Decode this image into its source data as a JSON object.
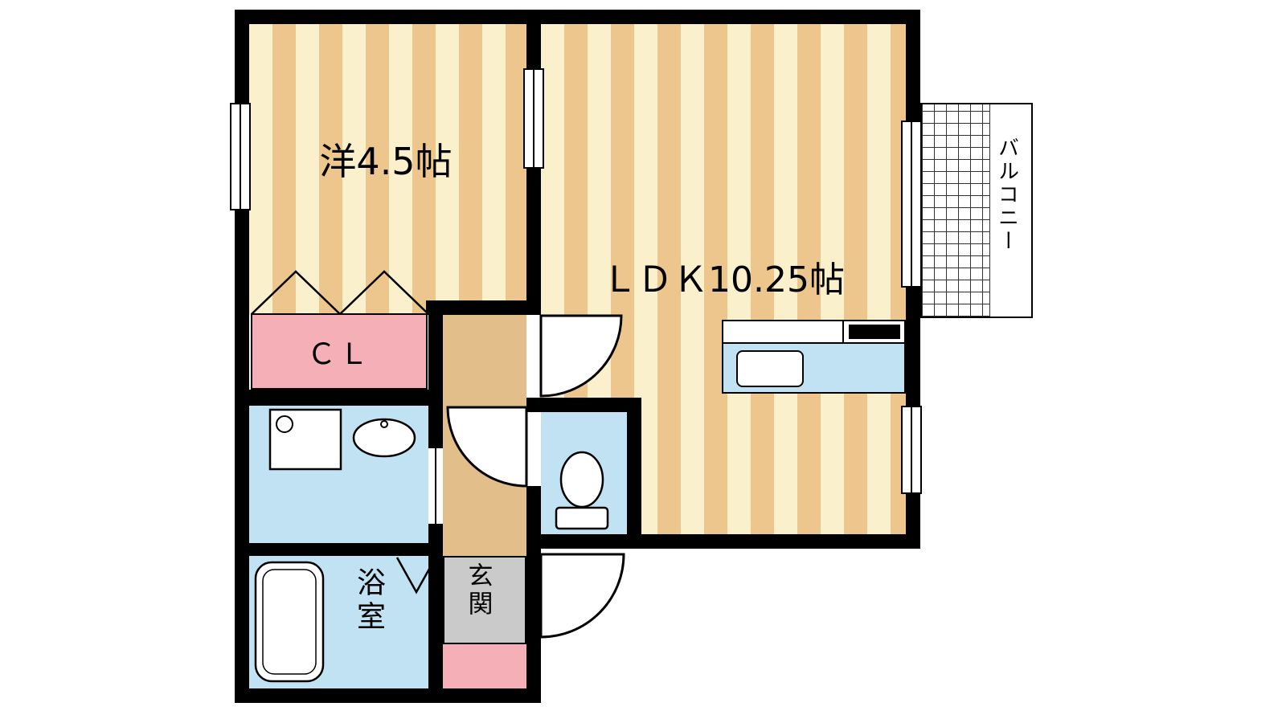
{
  "plan": {
    "western_room": "洋4.5帖",
    "ldk": "ＬＤＫ10.25帖",
    "closet": "ＣＬ",
    "bathroom": "浴室",
    "entrance": "玄関",
    "balcony": "バルコニー"
  },
  "colors": {
    "wall": "#000000",
    "stripe_light": "#FAF0CB",
    "stripe_dark": "#ECC68C",
    "pink": "#F4B0B6",
    "blue": "#C0E2F2",
    "tan": "#E2BE8B",
    "gray": "#CACACA"
  }
}
